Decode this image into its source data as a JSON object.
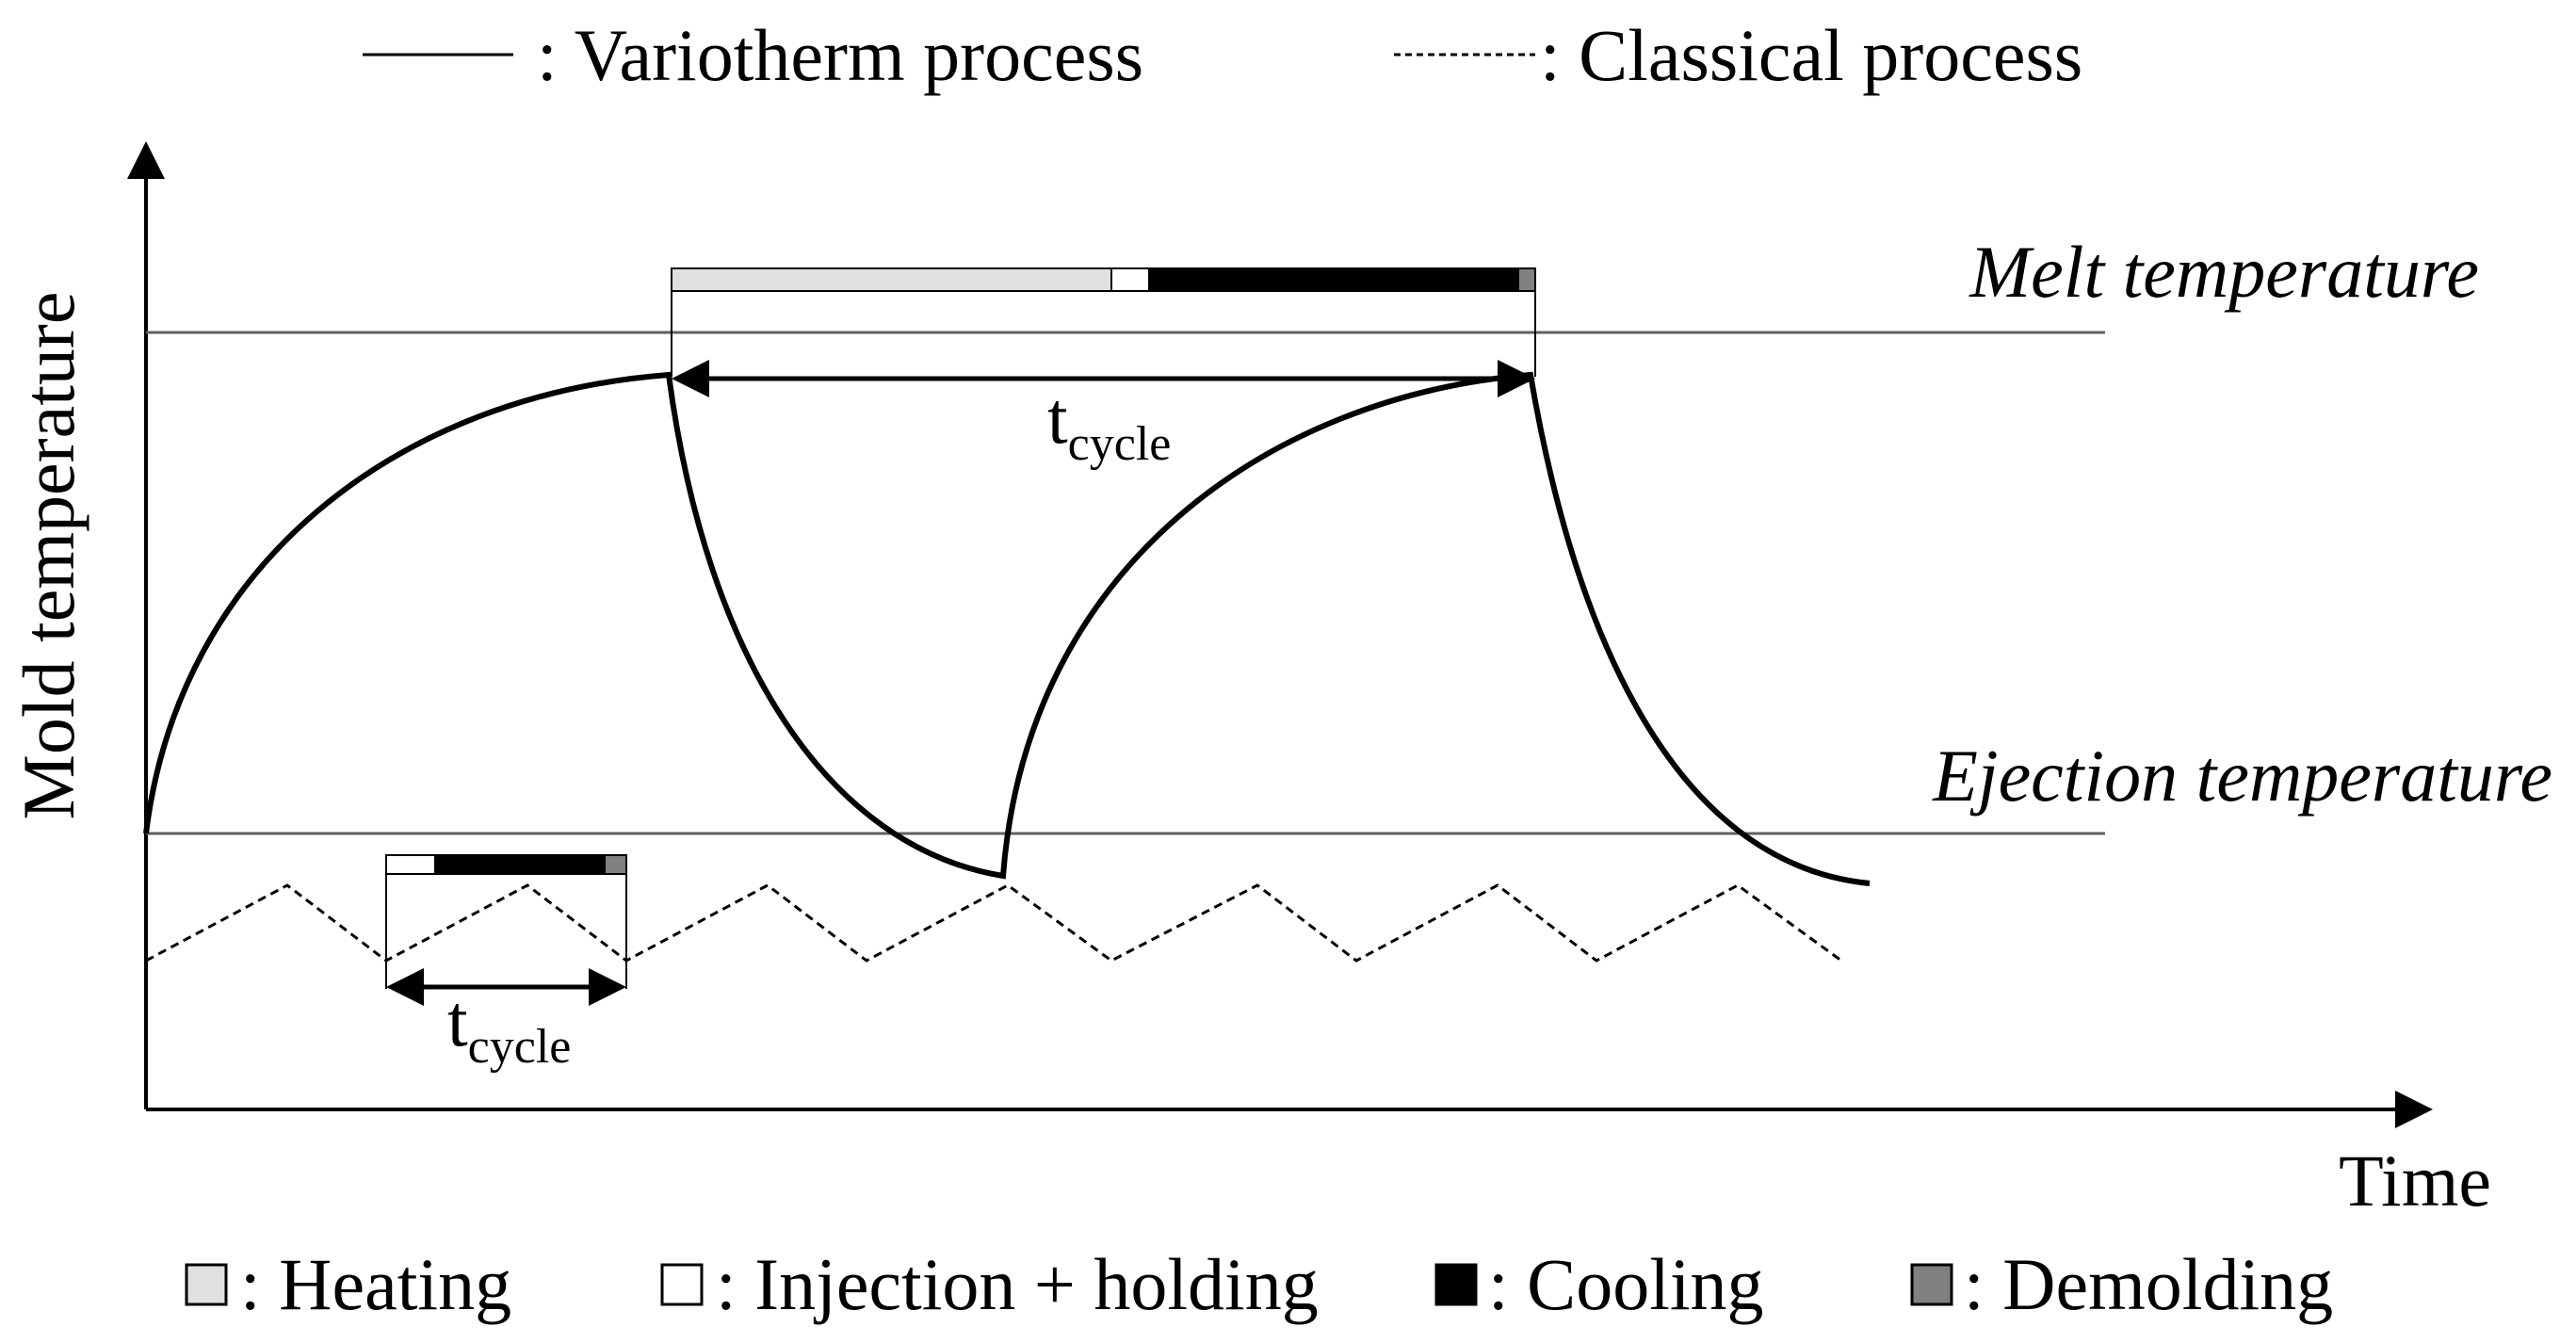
{
  "legend_top": {
    "variotherm_label": ": Variotherm process",
    "classical_label": ": Classical process"
  },
  "axes": {
    "y_label": "Mold temperature",
    "x_label": "Time"
  },
  "reference_lines": {
    "melt_label": "Melt temperature",
    "ejection_label": "Ejection temperature"
  },
  "cycle_labels": {
    "variotherm_main": "t",
    "variotherm_sub": "cycle",
    "classical_main": "t",
    "classical_sub": "cycle"
  },
  "legend_bottom": {
    "heating_label": ": Heating",
    "injection_label": ": Injection + holding",
    "cooling_label": ": Cooling",
    "demolding_label": ": Demolding"
  },
  "colors": {
    "heating": "#e0e0e0",
    "injection": "#ffffff",
    "cooling": "#000000",
    "demolding": "#808080",
    "reference_line": "#606060"
  }
}
